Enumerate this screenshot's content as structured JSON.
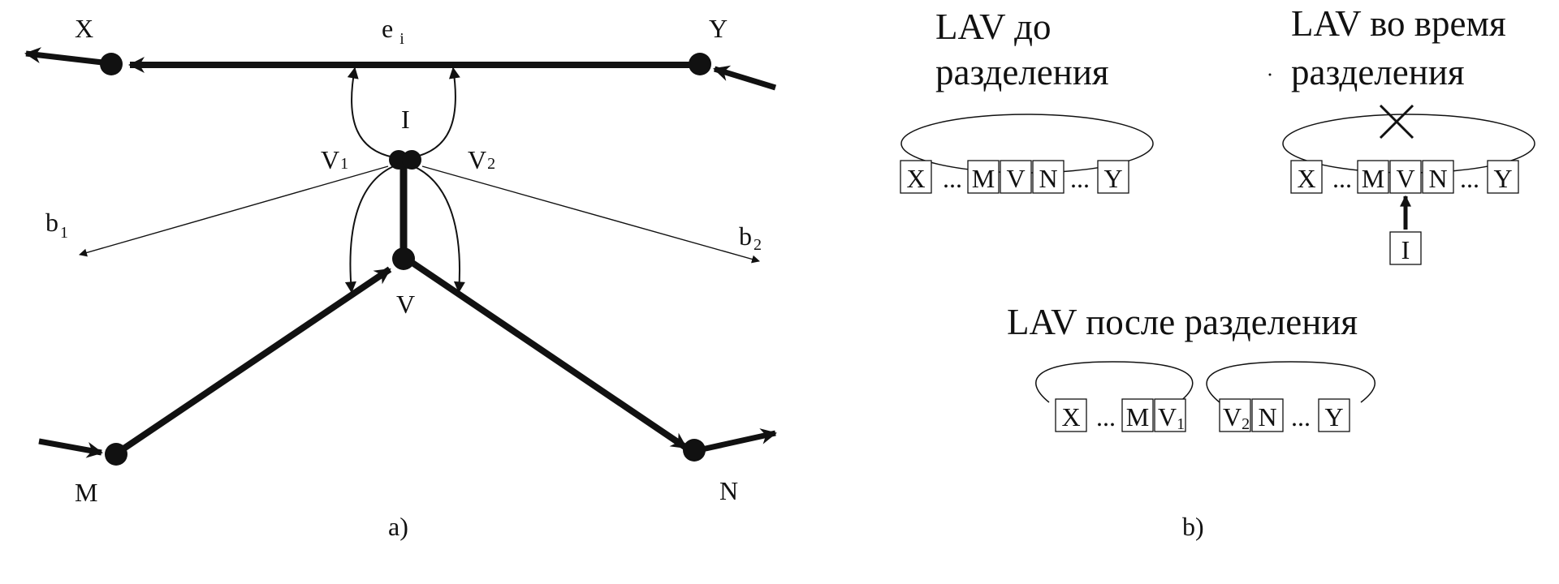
{
  "panel_a": {
    "labels": {
      "x": "X",
      "y": "Y",
      "e": "e",
      "e_sub": "i",
      "i": "I",
      "v1": "V",
      "v1_sub": "1",
      "v2": "V",
      "v2_sub": "2",
      "b1": "b",
      "b1_sub": "1",
      "b2": "b",
      "b2_sub": "2",
      "v": "V",
      "m": "M",
      "n": "N"
    },
    "caption": "a)"
  },
  "panel_b": {
    "before": {
      "title_line1": "LAV до",
      "title_line2": "разделения",
      "cells": [
        "X",
        "...",
        "M",
        "V",
        "N",
        "...",
        "Y"
      ]
    },
    "during": {
      "title_line1": "LAV во время",
      "title_line2": "разделения",
      "cells": [
        "X",
        "...",
        "M",
        "V",
        "N",
        "...",
        "Y"
      ],
      "inserted": "I"
    },
    "after": {
      "title": "LAV после разделения",
      "left_cells": [
        "X",
        "...",
        "M",
        "V"
      ],
      "left_sub": "1",
      "right_cells": [
        "V",
        "N",
        "...",
        "Y"
      ],
      "right_sub": "2"
    },
    "caption": "b)"
  }
}
